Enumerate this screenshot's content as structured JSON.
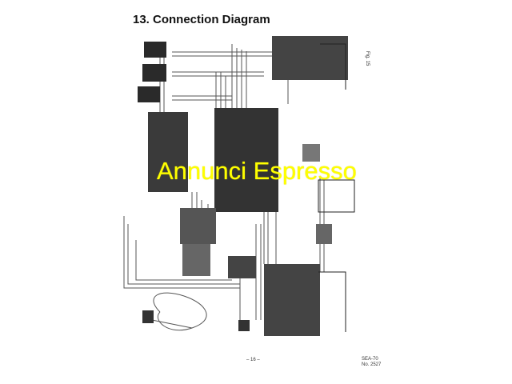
{
  "header": {
    "title": "13. Connection Diagram",
    "figure": "Fig. 15"
  },
  "footer": {
    "page_number": "– 16 –",
    "model": "SEA-70",
    "doc_number": "No. 2527"
  },
  "watermark": "Annunci Espresso",
  "colors": {
    "ink": "#1a1a1a",
    "wire": "#555555",
    "watermark": "#ffff00"
  }
}
